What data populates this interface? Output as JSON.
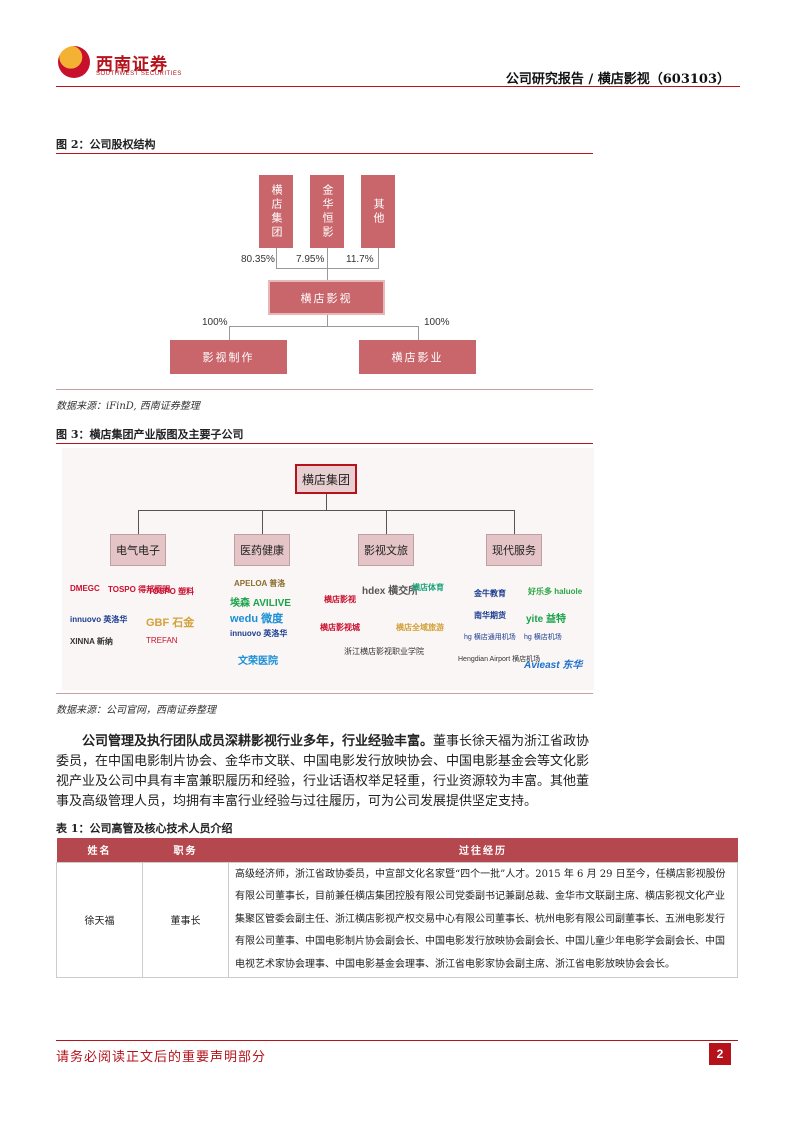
{
  "header": {
    "logo_cn": "西南证券",
    "logo_en": "SOUTHWEST SECURITIES",
    "report_title": "公司研究报告 / 横店影视（603103）"
  },
  "figure2": {
    "title": "图 2：公司股权结构",
    "shareholders": [
      "横店集团",
      "金华恒影",
      "其他"
    ],
    "shares": [
      "80.35%",
      "7.95%",
      "11.7%"
    ],
    "company": "横店影视",
    "sub_shares": [
      "100%",
      "100%"
    ],
    "subsidiaries": [
      "影视制作",
      "横店影业"
    ],
    "source": "数据来源：iFinD, 西南证券整理"
  },
  "figure3": {
    "title": "图 3：横店集团产业版图及主要子公司",
    "root": "横店集团",
    "segments": [
      "电气电子",
      "医药健康",
      "影视文旅",
      "现代服务"
    ],
    "logos": {
      "electric": [
        "DMEGC",
        "TOSPO 得邦照明",
        "TOSPO 塑料",
        "innuovo 英洛华",
        "GBF 石金",
        "XINNA 新纳",
        "TREFAN"
      ],
      "medical": [
        "APELOA 普洛",
        "埃森 AVILIVE",
        "wedu 微度",
        "innuovo 英洛华",
        "文荣医院"
      ],
      "film": [
        "横店影视",
        "hdex 横交所",
        "横店体育",
        "横店影视城",
        "横店全域旅游",
        "浙江横店影视职业学院"
      ],
      "service": [
        "金牛教育",
        "好乐多 haluole",
        "南华期货",
        "yite 益特",
        "hg 横店通用机场",
        "hg 横店机场",
        "Hengdian Airport 横店机场",
        "Avieast 东华"
      ]
    },
    "source": "数据来源：公司官网，西南证券整理"
  },
  "paragraph": {
    "bold": "公司管理及执行团队成员深耕影视行业多年，行业经验丰富。",
    "text": "董事长徐天福为浙江省政协委员，在中国电影制片协会、金华市文联、中国电影发行放映协会、中国电影基金会等文化影视产业及公司中具有丰富兼职履历和经验，行业话语权举足轻重，行业资源较为丰富。其他董事及高级管理人员，均拥有丰富行业经验与过往履历，可为公司发展提供坚定支持。"
  },
  "table1": {
    "title": "表 1：公司高管及核心技术人员介绍",
    "headers": [
      "姓名",
      "职务",
      "过往经历"
    ],
    "rows": [
      {
        "name": "徐天福",
        "position": "董事长",
        "history": "高级经济师，浙江省政协委员，中宣部文化名家暨“四个一批”人才。2015 年 6 月 29 日至今，任横店影视股份有限公司董事长，目前兼任横店集团控股有限公司党委副书记兼副总裁、金华市文联副主席、横店影视文化产业集聚区管委会副主任、浙江横店影视产权交易中心有限公司董事长、杭州电影有限公司副董事长、五洲电影发行有限公司董事、中国电影制片协会副会长、中国电影发行放映协会副会长、中国儿童少年电影学会副会长、中国电视艺术家协会理事、中国电影基金会理事、浙江省电影家协会副主席、浙江省电影放映协会会长。"
      }
    ]
  },
  "footer": {
    "disclaimer": "请务必阅读正文后的重要声明部分",
    "page": "2"
  },
  "colors": {
    "brand": "#b5121b",
    "box": "#c9666b",
    "table_header": "#b5474e"
  }
}
